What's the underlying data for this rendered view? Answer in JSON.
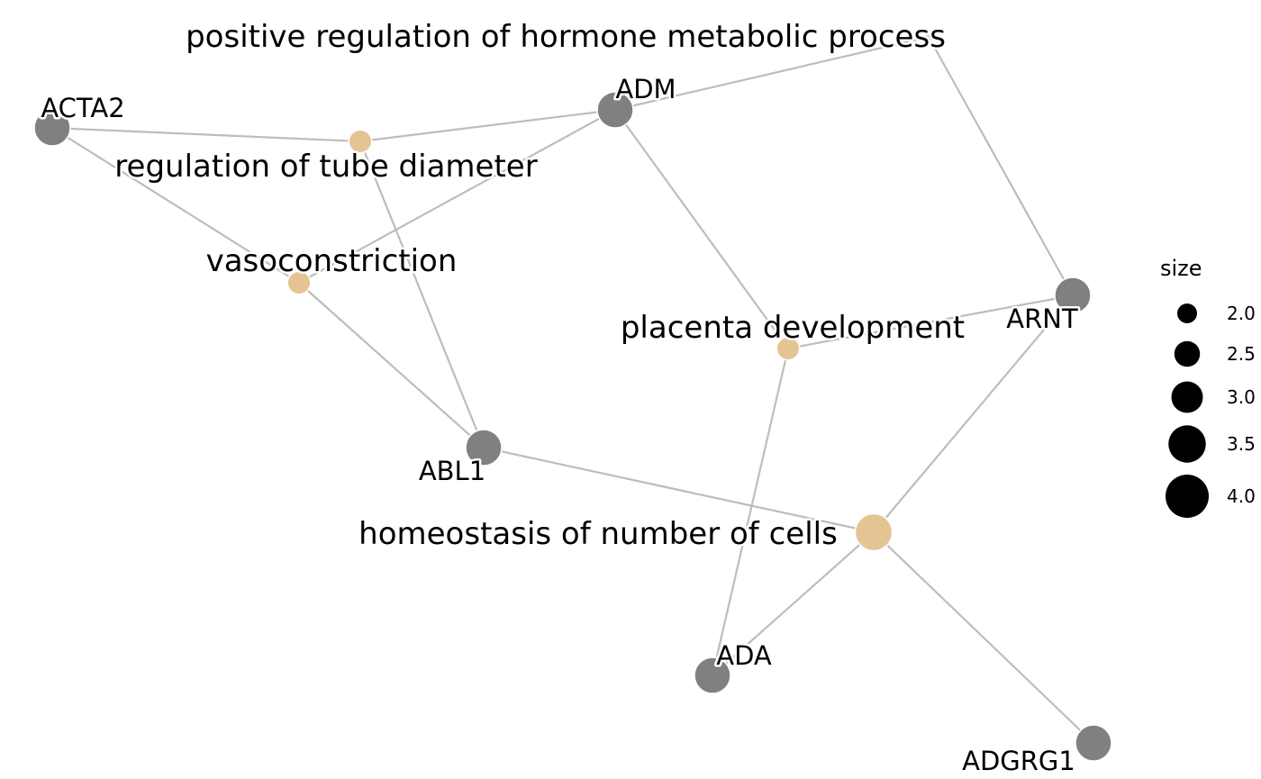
{
  "network": {
    "colors": {
      "term": "#E5C494",
      "gene": "#808080",
      "edge": "#BDBDBD"
    },
    "nodes": [
      {
        "id": "positive-regulation-of-hormone-metabolic-process",
        "label": "positive regulation of hormone metabolic process",
        "type": "term",
        "size": 2.0
      },
      {
        "id": "regulation-of-tube-diameter",
        "label": "regulation of tube diameter",
        "type": "term",
        "size": 3.0
      },
      {
        "id": "vasoconstriction",
        "label": "vasoconstriction",
        "type": "term",
        "size": 3.0
      },
      {
        "id": "placenta-development",
        "label": "placenta development",
        "type": "term",
        "size": 3.0
      },
      {
        "id": "homeostasis-of-number-of-cells",
        "label": "homeostasis of number of cells",
        "type": "term",
        "size": 4.0
      },
      {
        "id": "ACTA2",
        "label": "ACTA2",
        "type": "gene"
      },
      {
        "id": "ADM",
        "label": "ADM",
        "type": "gene"
      },
      {
        "id": "ARNT",
        "label": "ARNT",
        "type": "gene"
      },
      {
        "id": "ABL1",
        "label": "ABL1",
        "type": "gene"
      },
      {
        "id": "ADA",
        "label": "ADA",
        "type": "gene"
      },
      {
        "id": "ADGRG1",
        "label": "ADGRG1",
        "type": "gene"
      }
    ],
    "edges": [
      [
        "ACTA2",
        "regulation-of-tube-diameter"
      ],
      [
        "ACTA2",
        "vasoconstriction"
      ],
      [
        "regulation-of-tube-diameter",
        "ADM"
      ],
      [
        "regulation-of-tube-diameter",
        "ABL1"
      ],
      [
        "ADM",
        "positive-regulation-of-hormone-metabolic-process"
      ],
      [
        "ADM",
        "vasoconstriction"
      ],
      [
        "ADM",
        "placenta-development"
      ],
      [
        "positive-regulation-of-hormone-metabolic-process",
        "ARNT"
      ],
      [
        "vasoconstriction",
        "ABL1"
      ],
      [
        "placenta-development",
        "ARNT"
      ],
      [
        "placenta-development",
        "ADA"
      ],
      [
        "ABL1",
        "homeostasis-of-number-of-cells"
      ],
      [
        "ARNT",
        "homeostasis-of-number-of-cells"
      ],
      [
        "homeostasis-of-number-of-cells",
        "ADA"
      ],
      [
        "homeostasis-of-number-of-cells",
        "ADGRG1"
      ]
    ]
  },
  "legend": {
    "title": "size",
    "items": [
      {
        "label": "2.0",
        "value": 2.0
      },
      {
        "label": "2.5",
        "value": 2.5
      },
      {
        "label": "3.0",
        "value": 3.0
      },
      {
        "label": "3.5",
        "value": 3.5
      },
      {
        "label": "4.0",
        "value": 4.0
      }
    ]
  }
}
